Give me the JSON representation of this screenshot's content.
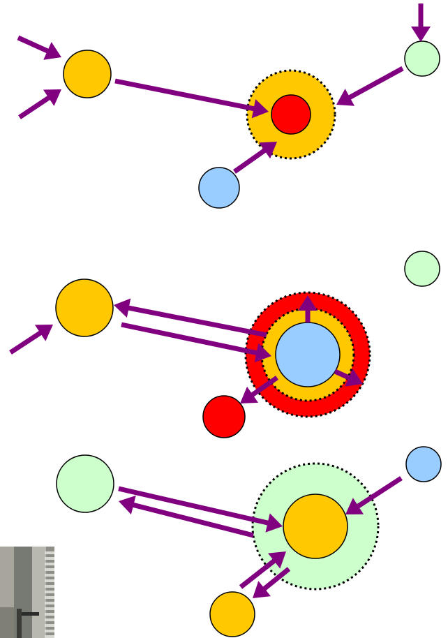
{
  "colors": {
    "arrow": "#800080",
    "orange": "#FFC800",
    "red": "#FF0000",
    "green": "#CCFFCC",
    "blue": "#99CCFF",
    "halo_border": "#000000"
  },
  "photo_fragment": {
    "description_icon": "door-photo-fragment"
  },
  "panels": [
    {
      "id": "panel-1",
      "nodes": [
        {
          "id": "p1-orange-left",
          "color": "orange"
        },
        {
          "id": "p1-green-right",
          "color": "green"
        },
        {
          "id": "p1-blue-bottom",
          "color": "blue"
        },
        {
          "id": "p1-center",
          "color": "red",
          "halo_color": "orange"
        }
      ],
      "arrows": [
        {
          "id": "p1-in-upper-left"
        },
        {
          "id": "p1-in-lower-left"
        },
        {
          "id": "p1-orange-to-center"
        },
        {
          "id": "p1-in-top-right"
        },
        {
          "id": "p1-green-to-center"
        },
        {
          "id": "p1-blue-to-center"
        }
      ]
    },
    {
      "id": "panel-2",
      "nodes": [
        {
          "id": "p2-orange-left",
          "color": "orange"
        },
        {
          "id": "p2-green-right",
          "color": "green"
        },
        {
          "id": "p2-red-bottom",
          "color": "red"
        },
        {
          "id": "p2-center",
          "color": "blue",
          "halo_color": "orange",
          "outer_halo_color": "red"
        }
      ],
      "arrows": [
        {
          "id": "p2-in-lower-left"
        },
        {
          "id": "p2-center-to-orange"
        },
        {
          "id": "p2-orange-to-center"
        },
        {
          "id": "p2-center-out-up"
        },
        {
          "id": "p2-center-out-right"
        },
        {
          "id": "p2-center-to-red"
        }
      ]
    },
    {
      "id": "panel-3",
      "nodes": [
        {
          "id": "p3-green-left",
          "color": "green"
        },
        {
          "id": "p3-blue-right",
          "color": "blue"
        },
        {
          "id": "p3-orange-bottom",
          "color": "orange"
        },
        {
          "id": "p3-center",
          "color": "orange",
          "halo_color": "green"
        }
      ],
      "arrows": [
        {
          "id": "p3-green-to-center"
        },
        {
          "id": "p3-center-to-green"
        },
        {
          "id": "p3-blue-to-center"
        },
        {
          "id": "p3-bottom-to-center"
        },
        {
          "id": "p3-center-to-bottom"
        }
      ]
    }
  ]
}
